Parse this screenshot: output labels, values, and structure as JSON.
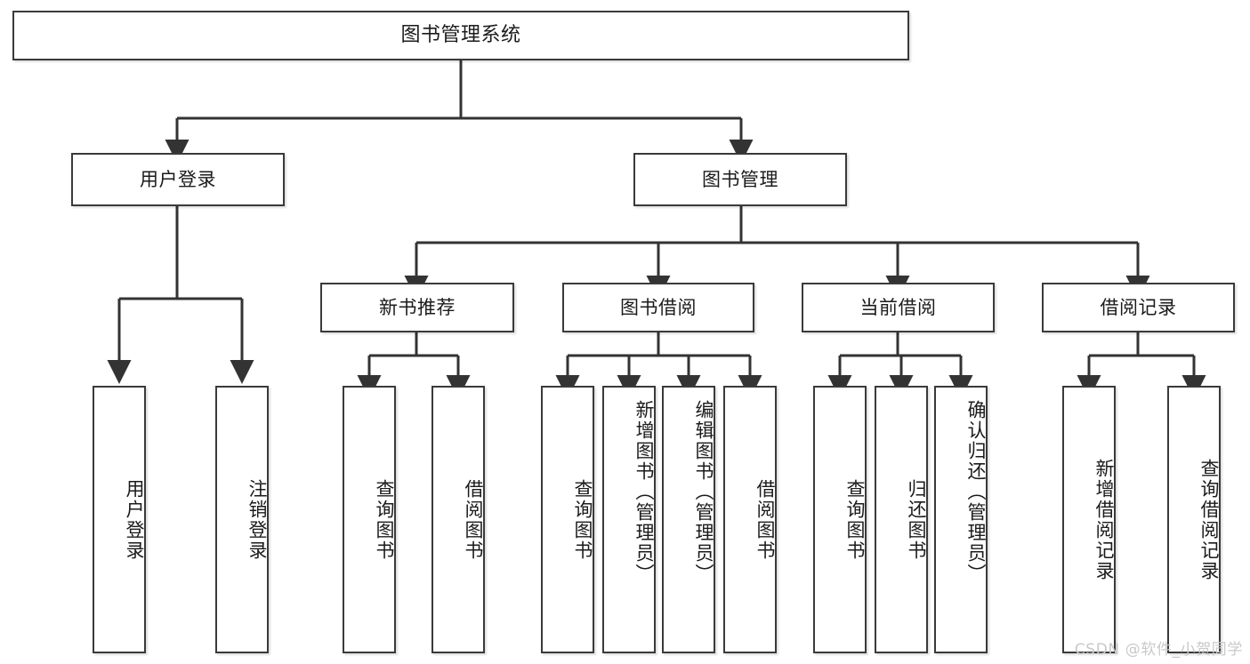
{
  "diagram": {
    "type": "tree",
    "title": "图书管理系统",
    "root": {
      "label": "图书管理系统"
    },
    "tier1": [
      {
        "label": "用户登录"
      },
      {
        "label": "图书管理"
      }
    ],
    "tier2": [
      {
        "label": "新书推荐"
      },
      {
        "label": "图书借阅"
      },
      {
        "label": "当前借阅"
      },
      {
        "label": "借阅记录"
      }
    ],
    "leaves": {
      "user_login": [
        {
          "label": "用户登录"
        },
        {
          "label": "注销登录"
        }
      ],
      "new_book_recommend": [
        {
          "label": "查询图书"
        },
        {
          "label": "借阅图书"
        }
      ],
      "book_borrow": [
        {
          "label": "查询图书"
        },
        {
          "label": "新增图书（管理员）"
        },
        {
          "label": "编辑图书（管理员）"
        },
        {
          "label": "借阅图书"
        }
      ],
      "current_borrow": [
        {
          "label": "查询图书"
        },
        {
          "label": "归还图书"
        },
        {
          "label": "确认归还（管理员）"
        }
      ],
      "borrow_record": [
        {
          "label": "新增借阅记录"
        },
        {
          "label": "查询借阅记录"
        }
      ]
    },
    "colors": {
      "box_border": "#3a3a3a",
      "box_fill": "#ffffff",
      "connector": "#333333",
      "text": "#1b1b1b",
      "watermark": "#c9c9c9",
      "background": "#ffffff"
    }
  },
  "watermark": {
    "text": "CSDN @软件_小贺同学"
  }
}
